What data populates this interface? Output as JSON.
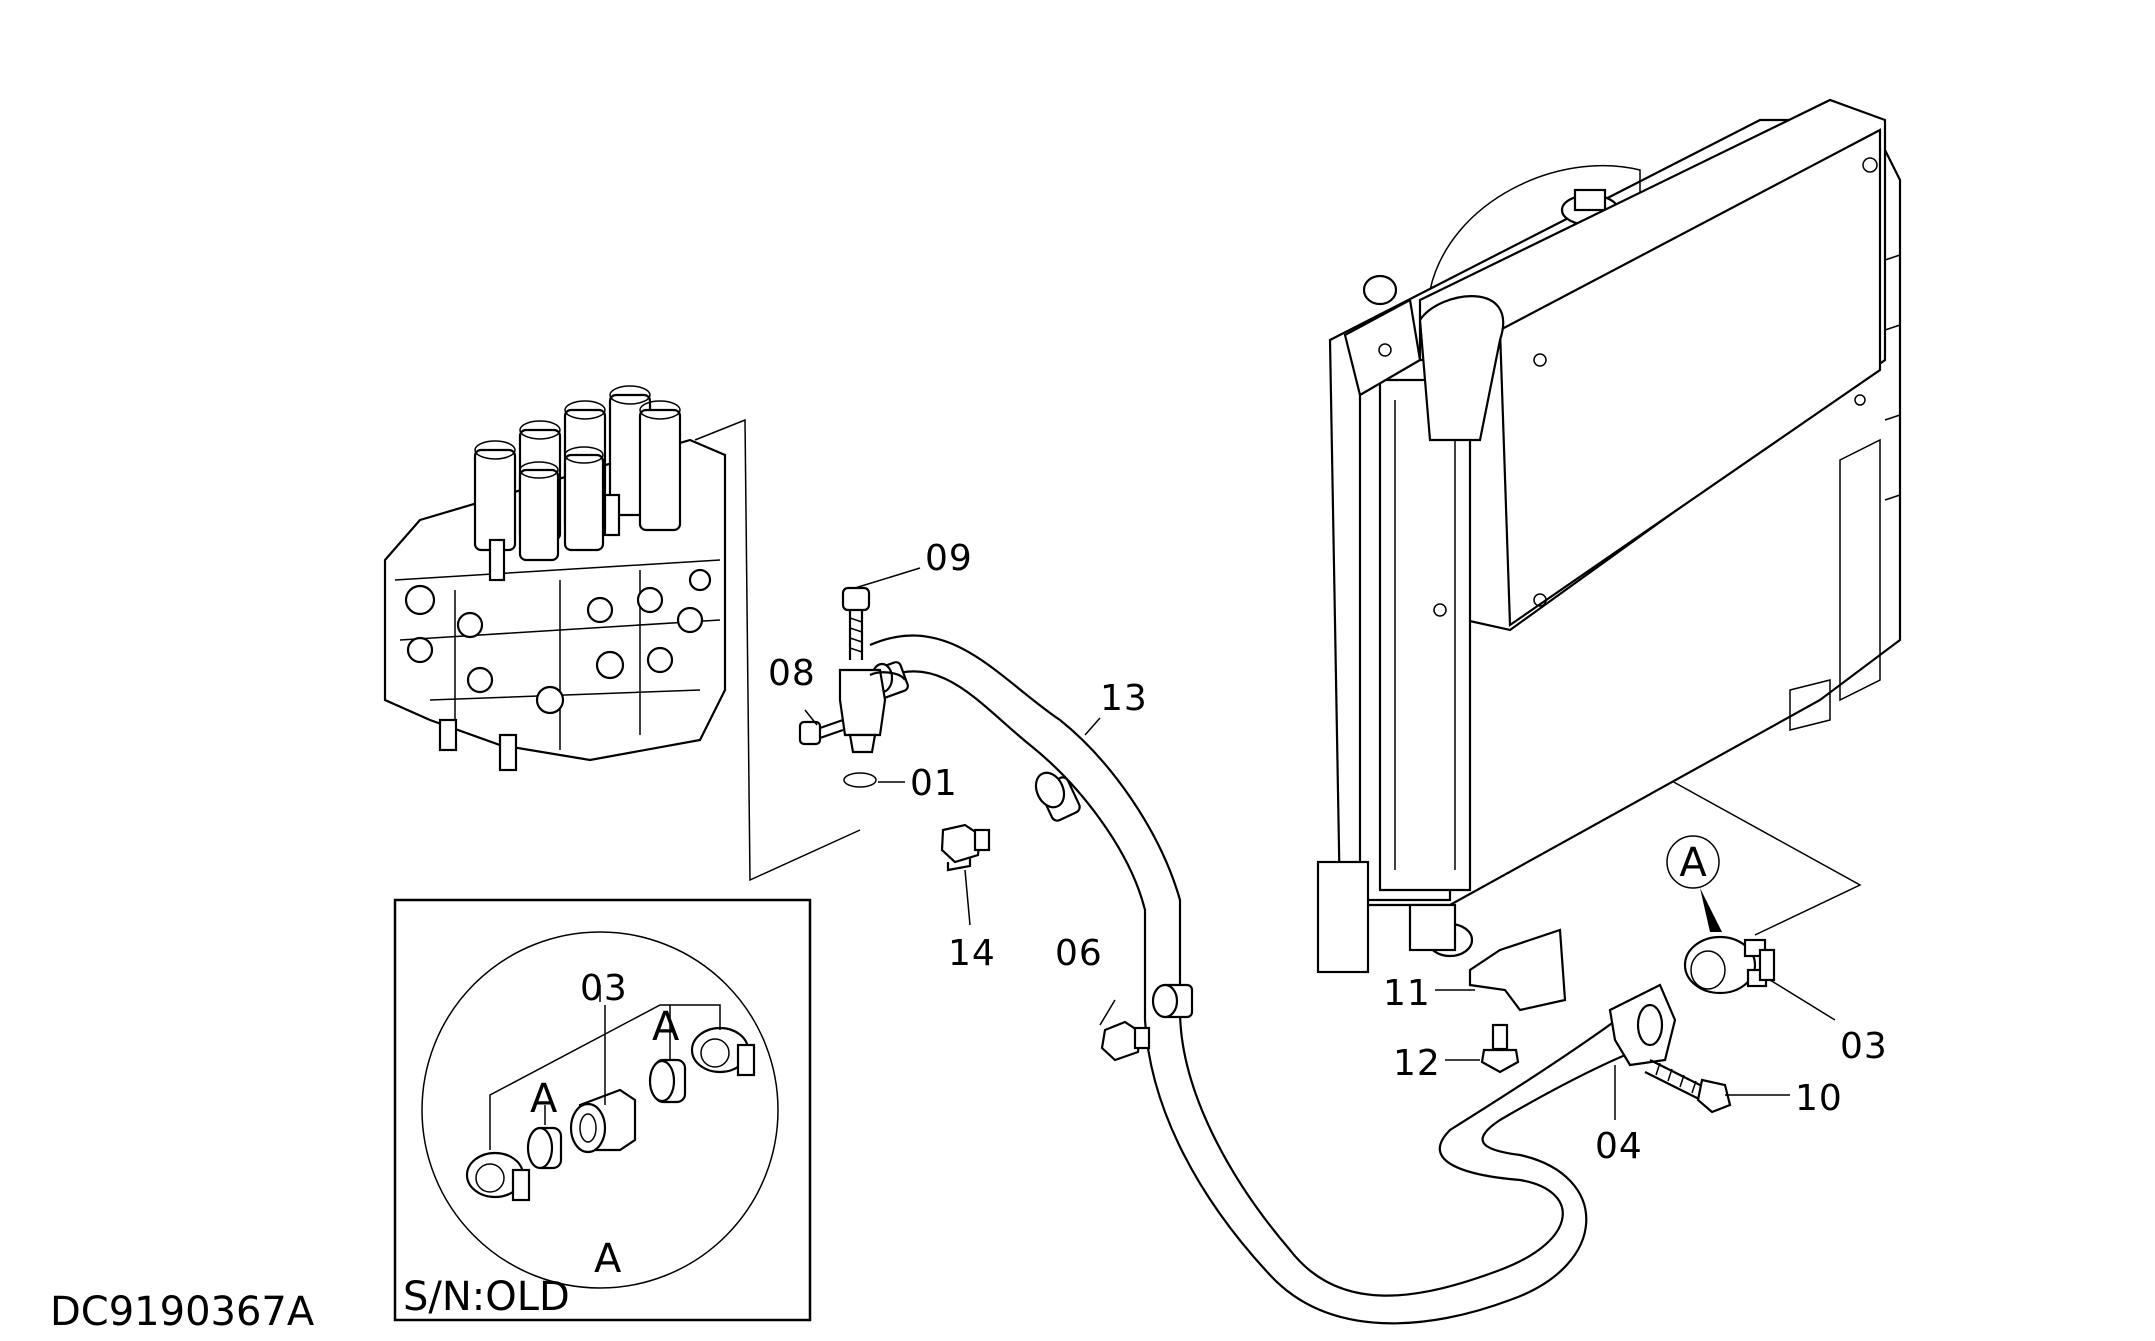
{
  "drawing_id": "DC9190367A",
  "inset": {
    "serial_note": "S/N:OLD",
    "view_label": "A",
    "part_label": "03",
    "clamp_labels": [
      "A",
      "A"
    ]
  },
  "detail_callout": "A",
  "callouts": {
    "c09": "09",
    "c08": "08",
    "c01": "01",
    "c13": "13",
    "c14": "14",
    "c06": "06",
    "c11": "11",
    "c12": "12",
    "c03": "03",
    "c10": "10",
    "c04": "04"
  }
}
